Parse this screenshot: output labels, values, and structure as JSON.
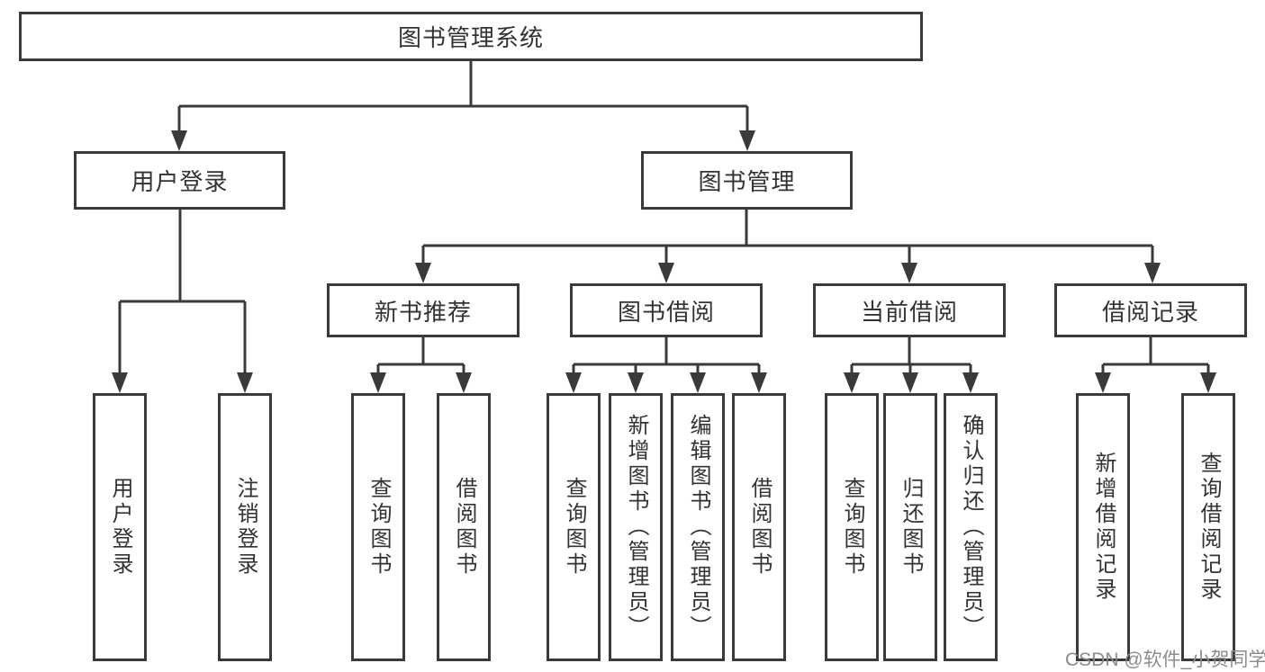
{
  "diagram": {
    "colors": {
      "line": "#3a3a3a",
      "box_border": "#3a3a3a",
      "text": "#333333",
      "background": "#ffffff",
      "watermark": "#8c8c8c"
    },
    "root": {
      "label": "图书管理系统"
    },
    "user_login": {
      "label": "用户登录",
      "children": [
        {
          "label": "用户登录"
        },
        {
          "label": "注销登录"
        }
      ]
    },
    "book_mgmt": {
      "label": "图书管理",
      "new_book_rec": {
        "label": "新书推荐",
        "children": [
          {
            "label": "查询图书"
          },
          {
            "label": "借阅图书"
          }
        ]
      },
      "book_borrow": {
        "label": "图书借阅",
        "children": [
          {
            "label": "查询图书"
          },
          {
            "label": "新增图书（管理员）"
          },
          {
            "label": "编辑图书（管理员）"
          },
          {
            "label": "借阅图书"
          }
        ]
      },
      "current_borrow": {
        "label": "当前借阅",
        "children": [
          {
            "label": "查询图书"
          },
          {
            "label": "归还图书"
          },
          {
            "label": "确认归还（管理员）"
          }
        ]
      },
      "borrow_records": {
        "label": "借阅记录",
        "children": [
          {
            "label": "新增借阅记录"
          },
          {
            "label": "查询借阅记录"
          }
        ]
      }
    },
    "watermark": "CSDN @软件_小贺同学"
  }
}
